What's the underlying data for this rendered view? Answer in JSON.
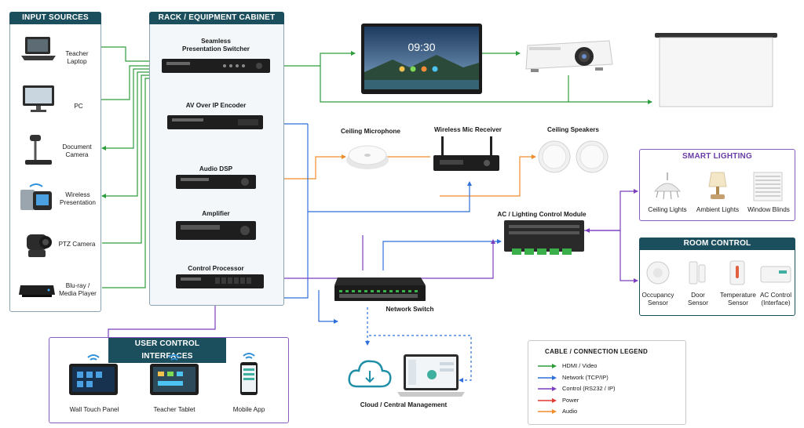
{
  "sections": {
    "input_sources": "INPUT SOURCES",
    "rack": "RACK / EQUIPMENT CABINET",
    "smart_lighting": "SMART LIGHTING",
    "room_control": "ROOM CONTROL",
    "user_control": "USER CONTROL INTERFACES",
    "legend": "CABLE / CONNECTION LEGEND"
  },
  "inputs": [
    {
      "label": "Teacher\nLaptop",
      "icon": "laptop-icon"
    },
    {
      "label": "PC",
      "icon": "monitor-icon"
    },
    {
      "label": "Document\nCamera",
      "icon": "document-camera-icon"
    },
    {
      "label": "Wireless\nPresentation",
      "icon": "wireless-presentation-icon"
    },
    {
      "label": "PTZ Camera",
      "icon": "ptz-camera-icon"
    },
    {
      "label": "Blu-ray /\nMedia Player",
      "icon": "media-player-icon"
    }
  ],
  "rack_devices": [
    {
      "label": "Seamless\nPresentation Switcher"
    },
    {
      "label": "AV Over IP Encoder"
    },
    {
      "label": "Audio DSP"
    },
    {
      "label": "Amplifier"
    },
    {
      "label": "Control Processor"
    }
  ],
  "devices": {
    "display_time": "09:30",
    "ceiling_mic": "Ceiling Microphone",
    "wireless_mic": "Wireless Mic Receiver",
    "ceiling_speakers": "Ceiling Speakers",
    "ac_module": "AC / Lighting Control Module",
    "network_switch": "Network Switch",
    "cloud": "Cloud / Central Management"
  },
  "lighting": [
    "Ceiling Lights",
    "Ambient Lights",
    "Window Blinds"
  ],
  "room_control": [
    "Occupancy\nSensor",
    "Door\nSensor",
    "Temperature\nSensor",
    "AC Control\n(Interface)"
  ],
  "user_interfaces": [
    "Wall Touch Panel",
    "Teacher Tablet",
    "Mobile App"
  ],
  "legend": [
    {
      "label": "HDMI / Video",
      "color": "#2e9e3c"
    },
    {
      "label": "Network (TCP/IP)",
      "color": "#2f6fd8"
    },
    {
      "label": "Control (RS232 / IP)",
      "color": "#7b3fbf"
    },
    {
      "label": "Power",
      "color": "#e03c31"
    },
    {
      "label": "Audio",
      "color": "#f08c2e"
    }
  ],
  "colors": {
    "header": "#1c4f5e",
    "lighting_border": "#8a5cc2",
    "room_border": "#1c4f5e",
    "user_border": "#8a5cc2"
  }
}
